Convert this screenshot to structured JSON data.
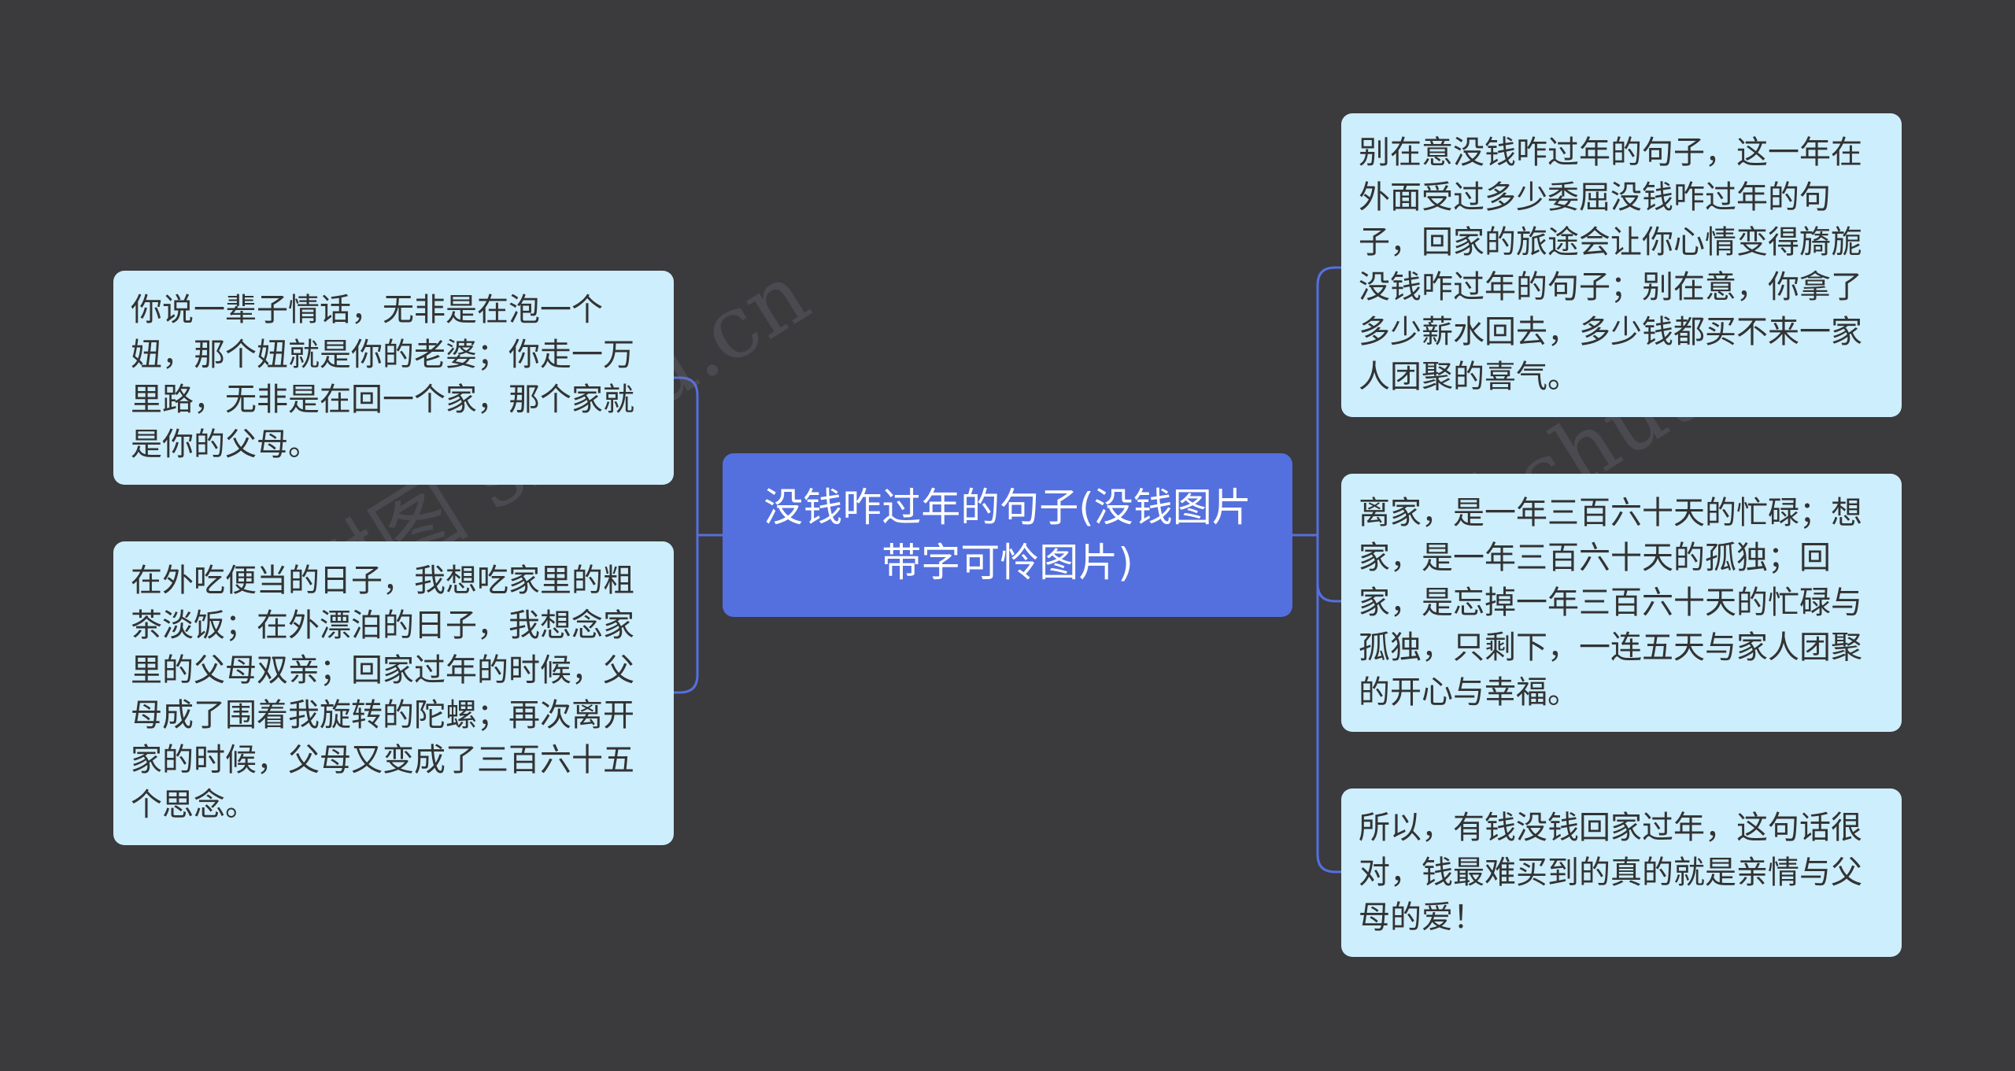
{
  "center": {
    "title": "没钱咋过年的句子(没钱图片带字可怜图片)"
  },
  "left_nodes": [
    {
      "text": "你说一辈子情话，无非是在泡一个妞，那个妞就是你的老婆；你走一万里路，无非是在回一个家，那个家就是你的父母。"
    },
    {
      "text": "在外吃便当的日子，我想吃家里的粗茶淡饭；在外漂泊的日子，我想念家里的父母双亲；回家过年的时候，父母成了围着我旋转的陀螺；再次离开家的时候，父母又变成了三百六十五个思念。"
    }
  ],
  "right_nodes": [
    {
      "text": "别在意没钱咋过年的句子，这一年在外面受过多少委屈没钱咋过年的句子，回家的旅途会让你心情变得旖旎没钱咋过年的句子；别在意，你拿了多少薪水回去，多少钱都买不来一家人团聚的喜气。"
    },
    {
      "text": "离家，是一年三百六十天的忙碌；想家，是一年三百六十天的孤独；回家，是忘掉一年三百六十天的忙碌与孤独，只剩下，一连五天与家人团聚的开心与幸福。"
    },
    {
      "text": "所以，有钱没钱回家过年，这句话很对，钱最难买到的真的就是亲情与父母的爱！"
    }
  ],
  "watermarks": [
    "树图 shutu.cn",
    "树图 shutu.cn"
  ],
  "colors": {
    "background": "#3b3a3d",
    "center_fill": "#5470de",
    "node_fill": "#cdeefc",
    "connector": "#5470de"
  }
}
